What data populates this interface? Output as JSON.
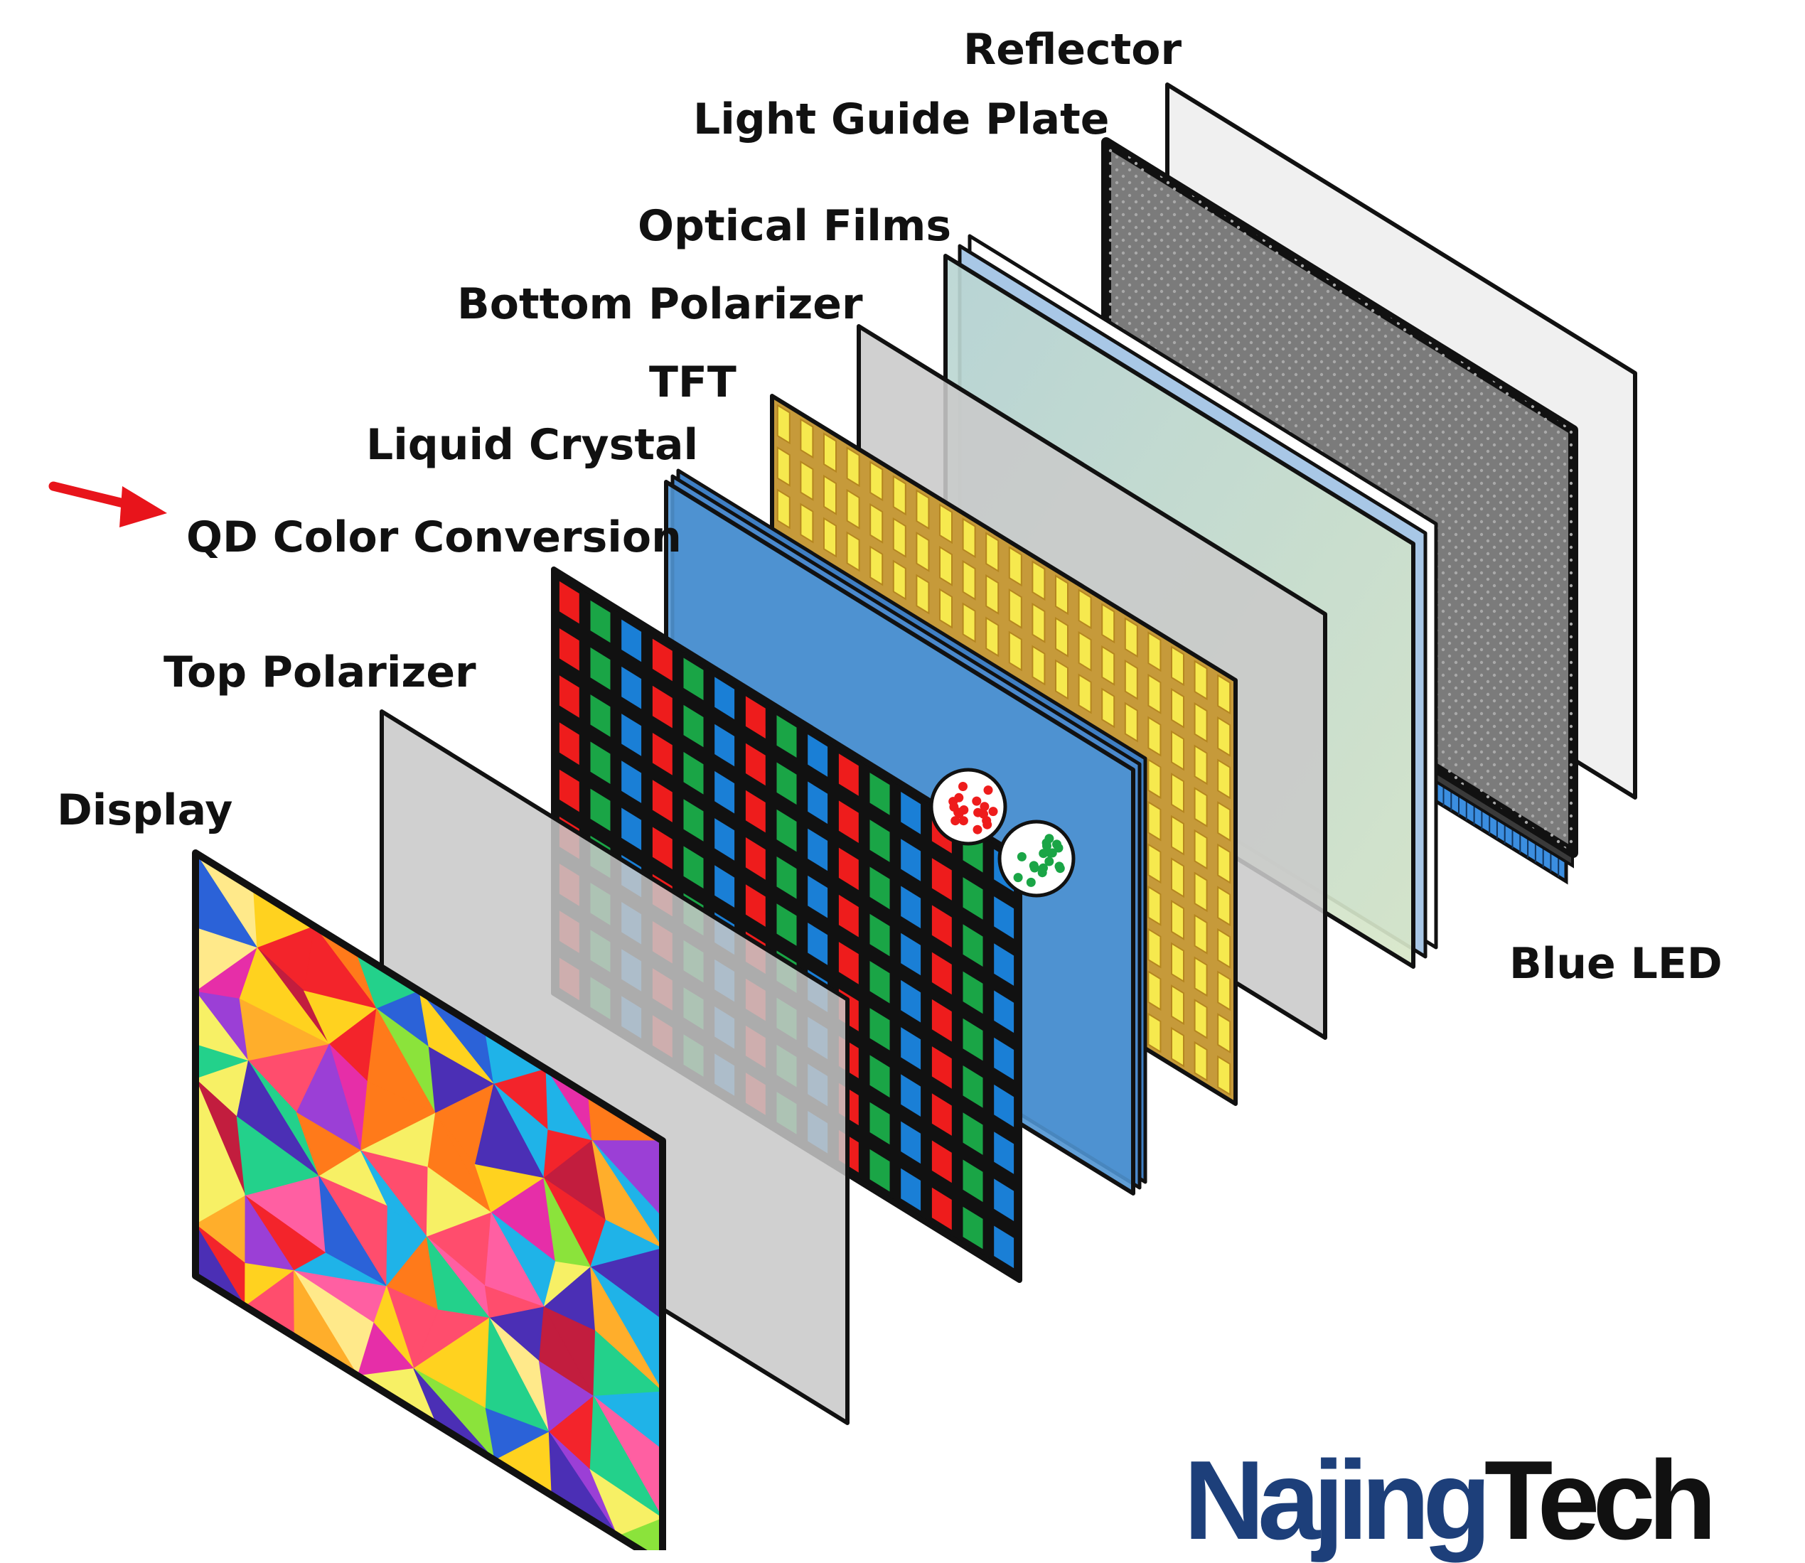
{
  "labels": {
    "reflector": "Reflector",
    "light_guide_plate": "Light Guide Plate",
    "optical_films": "Optical Films",
    "bottom_polarizer": "Bottom Polarizer",
    "tft": "TFT",
    "liquid_crystal": "Liquid Crystal",
    "qd_color_conversion": "QD Color Conversion",
    "top_polarizer": "Top Polarizer",
    "display": "Display",
    "blue_led": "Blue LED"
  },
  "logo": {
    "part1": "Najing",
    "part2": "Tech",
    "color1": "#1d3f7a",
    "color2": "#111111"
  },
  "highlight": {
    "target": "QD Color Conversion",
    "arrow_color": "#e8141b",
    "arrow_icon": "arrow-right-icon"
  },
  "colors": {
    "reflector": "#f0f0f0",
    "light_guide_plate": "#7b7b7b",
    "optical_films": "#bcd9d0",
    "bottom_polarizer": "#c9c9c9",
    "tft": "#f6e94e",
    "liquid_crystal": "#4f93d2",
    "qd_red": "#ee1c1c",
    "qd_green": "#1aa546",
    "qd_blue": "#1a7fd6",
    "top_polarizer": "#c8c8c8",
    "blue_led": "#3b8ee0",
    "outline": "#111111"
  }
}
